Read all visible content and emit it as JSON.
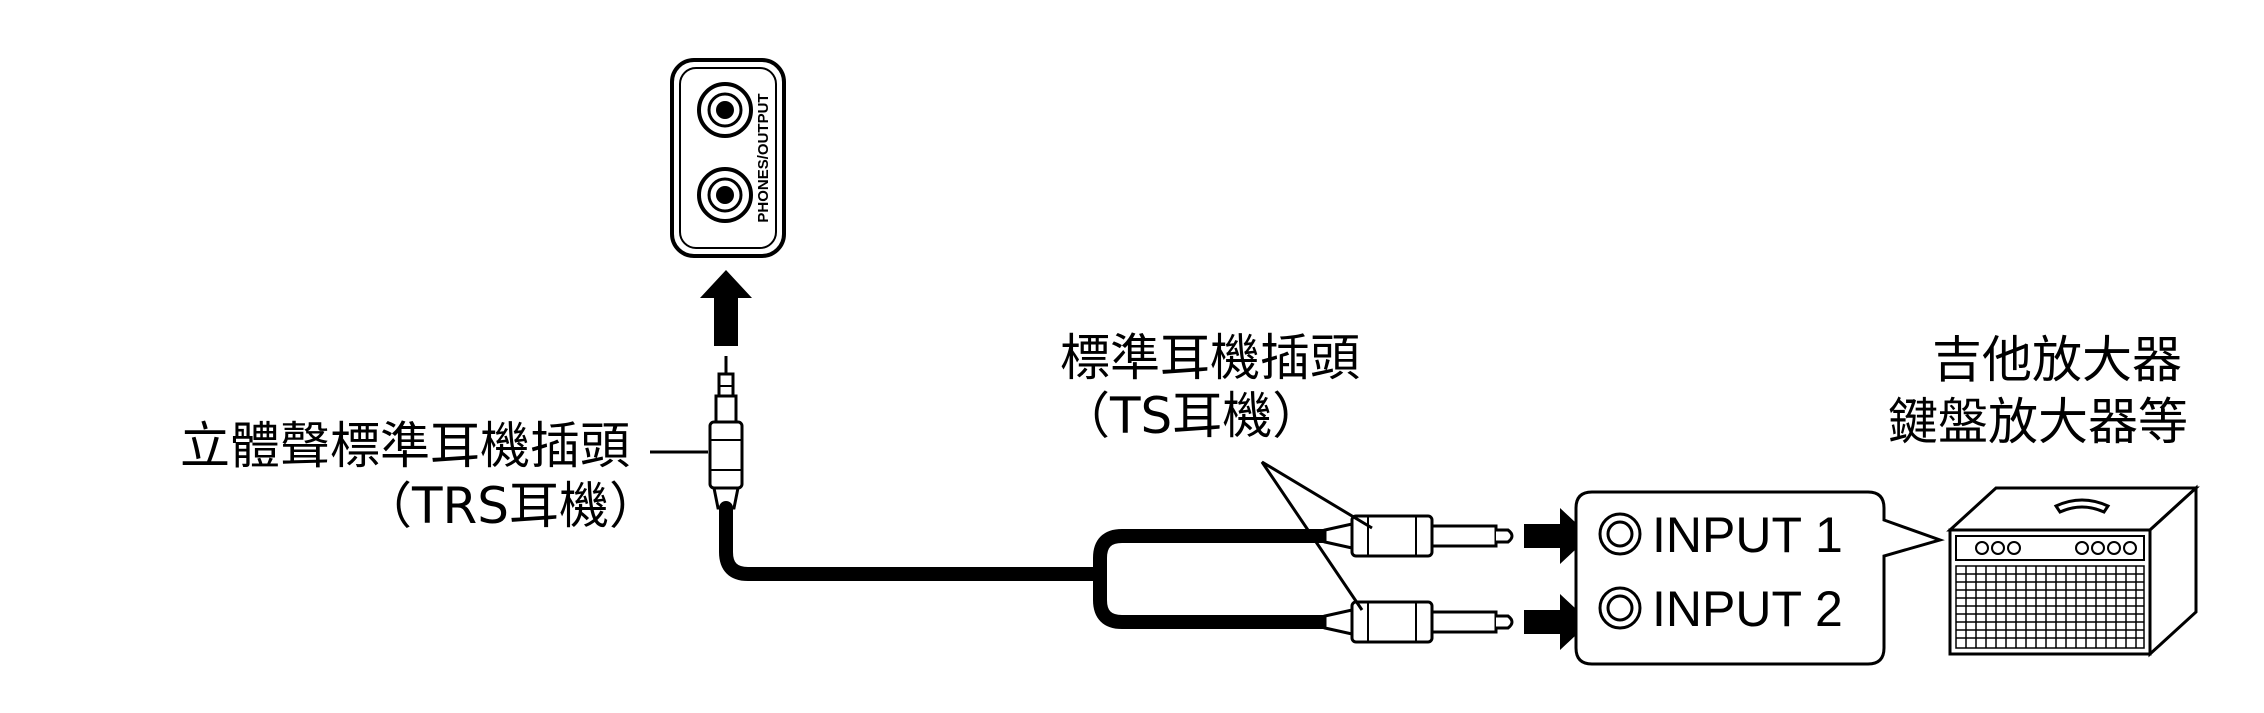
{
  "labels": {
    "trs_plug_line1": "立體聲標準耳機插頭",
    "trs_plug_line2": "（TRS耳機）",
    "ts_plug_line1": "標準耳機插頭",
    "ts_plug_line2": "（TS耳機）",
    "amp_line1": "吉他放大器",
    "amp_line2": "鍵盤放大器等"
  },
  "jack_panel": {
    "label": "PHONES/OUTPUT"
  },
  "inputs": [
    {
      "label": "INPUT 1"
    },
    {
      "label": "INPUT 2"
    }
  ],
  "colors": {
    "line": "#000000",
    "background": "#ffffff"
  }
}
